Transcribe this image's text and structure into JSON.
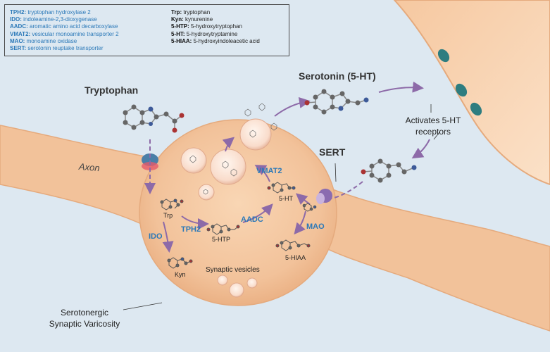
{
  "legend": {
    "enzymes": [
      {
        "abbr": "TPH2:",
        "full": "tryptophan hydroxylase 2"
      },
      {
        "abbr": "IDO:",
        "full": "indoleamine-2,3-dioxygenase"
      },
      {
        "abbr": "AADC:",
        "full": "aromatic amino acid decarboxylase"
      },
      {
        "abbr": "VMAT2:",
        "full": "vesicular monoamine transporter 2"
      },
      {
        "abbr": "MAO:",
        "full": "monoamine oxidase"
      },
      {
        "abbr": "SERT:",
        "full": "serotonin reuptake transporter"
      }
    ],
    "molecules": [
      {
        "abbr": "Trp:",
        "full": "tryptophan"
      },
      {
        "abbr": "Kyn:",
        "full": "kynurenine"
      },
      {
        "abbr": "5-HTP:",
        "full": "5-hydroxytryptophan"
      },
      {
        "abbr": "5-HT:",
        "full": "5-hydroxytryptamine"
      },
      {
        "abbr": "5-HIAA:",
        "full": "5-hydroxyindoleacetic acid"
      }
    ]
  },
  "labels": {
    "tryptophan": "Tryptophan",
    "serotonin": "Serotonin (5-HT)",
    "axon": "Axon",
    "sert": "SERT",
    "activates_line1": "Activates 5-HT",
    "activates_line2": "receptors",
    "varicosity_line1": "Serotonergic",
    "varicosity_line2": "Synaptic Varicosity",
    "synaptic_vesicles": "Synaptic vesicles",
    "trp": "Trp",
    "kyn": "Kyn",
    "htp": "5-HTP",
    "ht": "5-HT",
    "hiaa": "5-HIAA",
    "tph2": "TPH2",
    "ido": "IDO",
    "aadc": "AADC",
    "vmat2": "VMAT2",
    "mao": "MAO"
  },
  "colors": {
    "background": "#dde8f1",
    "cell": "#f2c39b",
    "cell_edge": "#e3a878",
    "enzyme_text": "#2a78b8",
    "arrow": "#8d6aa8",
    "receptor": "#2e7d80",
    "transporter": "#8a6bb0"
  }
}
